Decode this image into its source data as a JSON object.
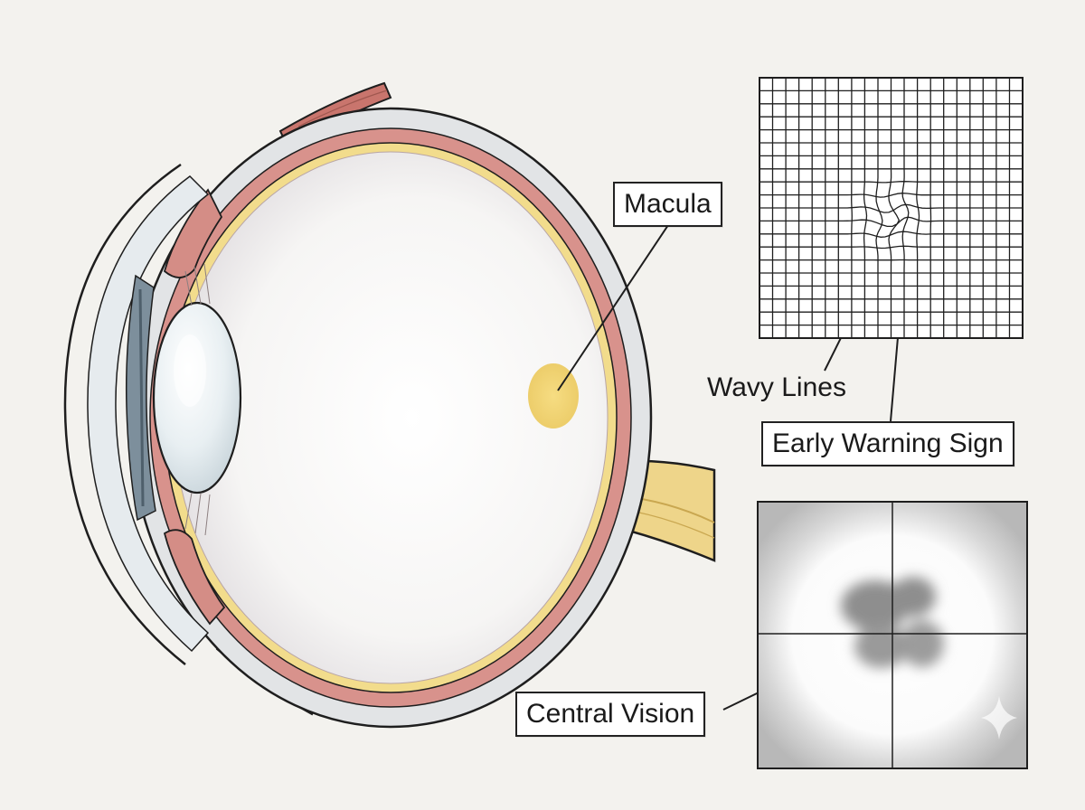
{
  "labels": {
    "macula": "Macula",
    "wavy_lines": "Wavy Lines",
    "early_warning": "Early Warning Sign",
    "central_vision": "Central Vision"
  },
  "colors": {
    "background": "#f3f2ee",
    "outline": "#1e1e1e",
    "sclera": "#e2e4e6",
    "choroid": "#d8928c",
    "retina": "#f2dc8c",
    "macula": "#efd072",
    "optic_nerve": "#eed58a",
    "lens": "#e4ecef",
    "iris": "#7d8f9c"
  },
  "amsler_grid": {
    "cells": 20
  }
}
